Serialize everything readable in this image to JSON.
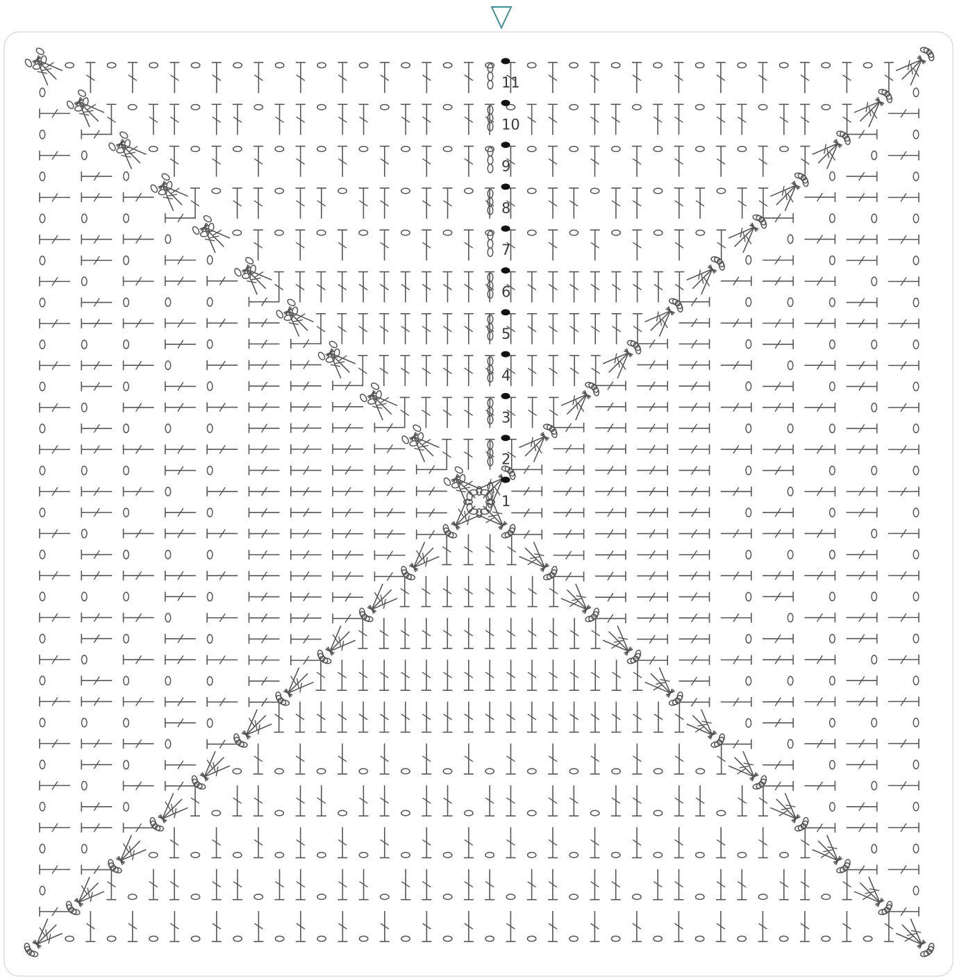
{
  "diagram": {
    "start_marker_icon": "triangle-down-icon",
    "round_labels": [
      "1",
      "2",
      "3",
      "4",
      "5",
      "6",
      "7",
      "8",
      "9",
      "10",
      "11"
    ],
    "colors": {
      "ink": "#555555",
      "slip_stitch": "#111111",
      "start_marker": "#3d8f9a",
      "background": "#ffffff"
    },
    "symbols": {
      "chain": "chain-oval-icon",
      "double_crochet": "double-crochet-symbol",
      "slip_stitch": "slip-stitch-dot"
    }
  }
}
